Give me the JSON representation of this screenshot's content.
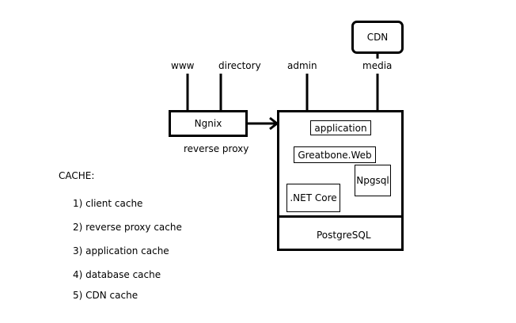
{
  "top_labels": {
    "www": "www",
    "directory": "directory",
    "admin": "admin",
    "media": "media"
  },
  "cdn": {
    "label": "CDN"
  },
  "proxy": {
    "box_label": "Ngnix",
    "caption": "reverse proxy"
  },
  "server": {
    "application": "application",
    "greatbone": "Greatbone.Web",
    "npgsql": "Npgsql",
    "netcore": ".NET Core",
    "postgres": "PostgreSQL"
  },
  "cache": {
    "title": "CACHE:",
    "items": [
      "1) client cache",
      "2) reverse proxy cache",
      "3) application cache",
      "4) database cache",
      "5) CDN cache"
    ]
  }
}
